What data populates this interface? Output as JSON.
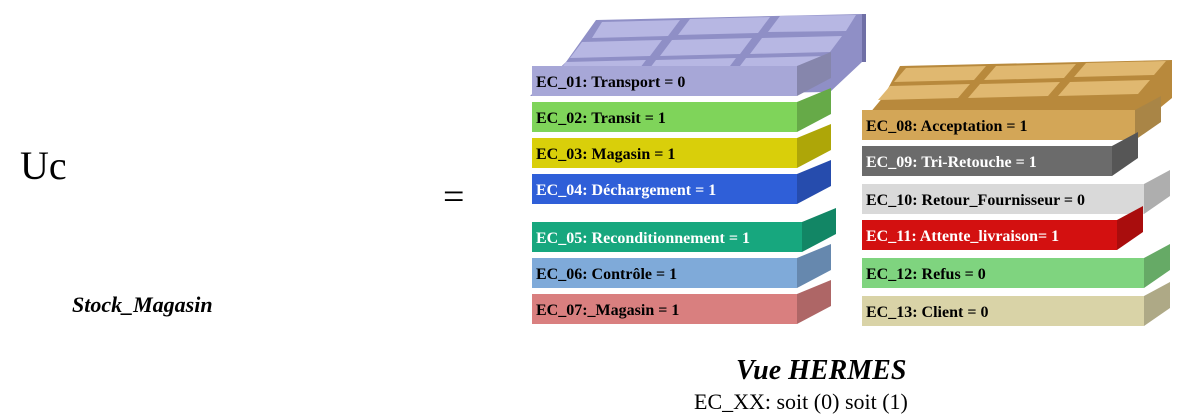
{
  "left": {
    "uc_label": "Uc",
    "equals": "=",
    "stock_label": "Stock_Magasin"
  },
  "colors": {
    "transport": "#a7a7d7",
    "transit": "#7fd45a",
    "magasin": "#d9cf0a",
    "dechargement": "#2f5fd8",
    "reconditionnement": "#17a77e",
    "controle": "#7faad9",
    "magasin2": "#d97f7f",
    "acceptation": "#d3a657",
    "tri": "#6b6b6b",
    "retour": "#d9d9d9",
    "attente": "#d31010",
    "refus": "#7fd47f",
    "client": "#d9d3a7"
  },
  "cube": {
    "left_slices": [
      {
        "label": "EC_01: Transport  = 0"
      },
      {
        "label": "EC_02: Transit = 1"
      },
      {
        "label": "EC_03: Magasin = 1"
      },
      {
        "label": "EC_04: Déchargement = 1"
      },
      {
        "label": "EC_05: Reconditionnement = 1"
      },
      {
        "label": "EC_06: Contrôle = 1"
      },
      {
        "label": "EC_07:_Magasin = 1"
      }
    ],
    "right_slices": [
      {
        "label": "EC_08: Acceptation = 1"
      },
      {
        "label": "EC_09: Tri-Retouche = 1"
      },
      {
        "label": "EC_10: Retour_Fournisseur = 0"
      },
      {
        "label": "EC_11: Attente_livraison= 1"
      },
      {
        "label": "EC_12: Refus = 0"
      },
      {
        "label": "EC_13: Client = 0"
      }
    ]
  },
  "caption": {
    "title": "Vue HERMES",
    "legend": "EC_XX: soit (0) soit (1)"
  }
}
